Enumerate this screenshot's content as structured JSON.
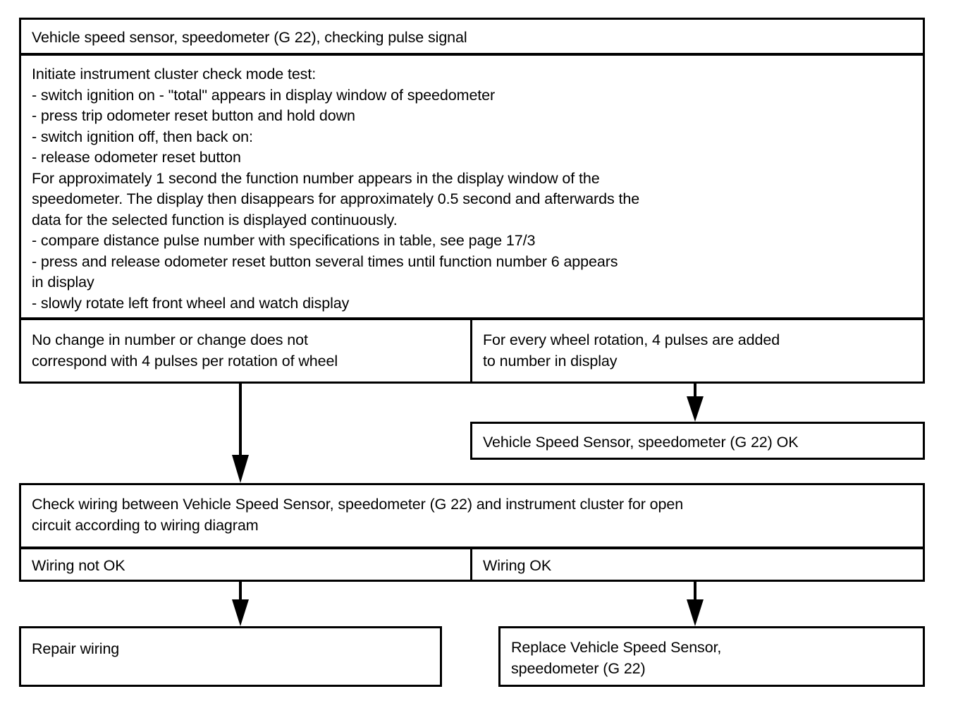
{
  "document": {
    "type": "diagnostic-flowchart",
    "title": "Vehicle speed sensor, speedometer (G 22), checking pulse signal",
    "ink_color": "#000000",
    "background_color": "#ffffff"
  },
  "title_box": {
    "text": "Vehicle speed sensor, speedometer (G 22), checking pulse signal"
  },
  "procedure_box": {
    "text": "Initiate instrument cluster check mode test:\n- switch ignition on - \"total\" appears in display window of speedometer\n- press trip odometer reset button and hold down\n- switch ignition off, then  back on:\n- release odometer reset button\nFor approximately 1 second the function number appears in the display window of the\nspeedometer. The display then disappears for approximately 0.5 second and afterwards the\ndata for the selected function is displayed continuously.\n- compare distance pulse number with specifications in table, see page 17/3\n- press and release odometer reset button several times until function number 6 appears\n  in display\n- slowly rotate left front wheel and watch display",
    "lines": [
      "Initiate instrument cluster check mode test:",
      "- switch ignition on - \"total\" appears in display window of speedometer",
      "- press trip odometer reset button and hold down",
      "- switch ignition off, then  back on:",
      "- release odometer reset button",
      "For approximately 1 second the function number appears in the display window of the",
      "speedometer. The display then disappears for approximately 0.5 second and afterwards the",
      "data for the selected function is displayed continuously.",
      "- compare distance pulse number with specifications in table, see page 17/3",
      "- press and release odometer reset button several times until function number 6 appears",
      "  in display",
      "- slowly rotate left front wheel and watch display"
    ]
  },
  "result_row": {
    "left": {
      "text": "No change in number or change does not\ncorrespond with 4 pulses per rotation of wheel"
    },
    "right": {
      "text": "For every wheel rotation, 4 pulses are added\nto number in display"
    }
  },
  "sensor_ok_box": {
    "text": "Vehicle Speed Sensor, speedometer (G 22) OK"
  },
  "check_wiring_box": {
    "text": "Check wiring between Vehicle Speed Sensor, speedometer (G 22) and instrument cluster for open\ncircuit according to wiring diagram"
  },
  "wiring_row": {
    "left": {
      "text": "Wiring not OK"
    },
    "right": {
      "text": "Wiring OK"
    }
  },
  "repair_box": {
    "text": "Repair wiring"
  },
  "replace_box": {
    "text": "Replace Vehicle Speed Sensor,\nspeedometer (G 22)"
  },
  "connectors": [
    {
      "name": "left-result-to-check-wiring",
      "from": "result_row.left",
      "to": "check_wiring_box",
      "direction": "down"
    },
    {
      "name": "right-result-to-sensor-ok",
      "from": "result_row.right",
      "to": "sensor_ok_box",
      "direction": "down"
    },
    {
      "name": "wiring-not-ok-to-repair",
      "from": "wiring_row.left",
      "to": "repair_box",
      "direction": "down"
    },
    {
      "name": "wiring-ok-to-replace",
      "from": "wiring_row.right",
      "to": "replace_box",
      "direction": "down"
    }
  ]
}
